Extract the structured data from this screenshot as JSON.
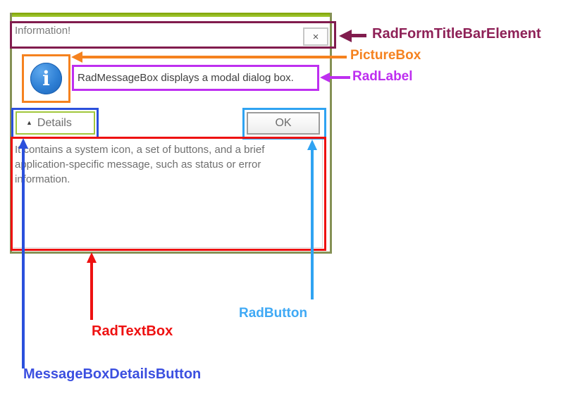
{
  "dialog": {
    "title_bar": {
      "title": "Information!",
      "close_glyph": "×"
    },
    "picture_box": {
      "icon_glyph": "i"
    },
    "message_label": "RadMessageBox displays a modal dialog box.",
    "details_button": {
      "arrow_glyph": "▲",
      "label": "Details"
    },
    "ok_button": {
      "label": "OK"
    },
    "textbox": {
      "lines": [
        "It contains a system icon, a set of buttons, and a brief",
        "application-specific message, such as status or error",
        "information."
      ]
    }
  },
  "annotations": {
    "title_bar": {
      "label": "RadFormTitleBarElement",
      "color": "#8E2157"
    },
    "picture_box": {
      "label": "PictureBox",
      "color": "#F5821F"
    },
    "rad_label": {
      "label": "RadLabel",
      "color": "#BE2FF0"
    },
    "rad_button": {
      "label": "RadButton",
      "color": "#3FA9F5"
    },
    "textbox": {
      "label": "RadTextBox",
      "color": "#EE1111"
    },
    "details_button": {
      "label": "MessageBoxDetailsButton",
      "color": "#3B4FE0"
    }
  },
  "theme": {
    "form_border": "#859155",
    "form_accent_top": "#7EA004",
    "form_accent_bottom": "#A6CE39",
    "details_button_border": "#A2C73C",
    "info_icon_blue": "#2E7FD4"
  }
}
